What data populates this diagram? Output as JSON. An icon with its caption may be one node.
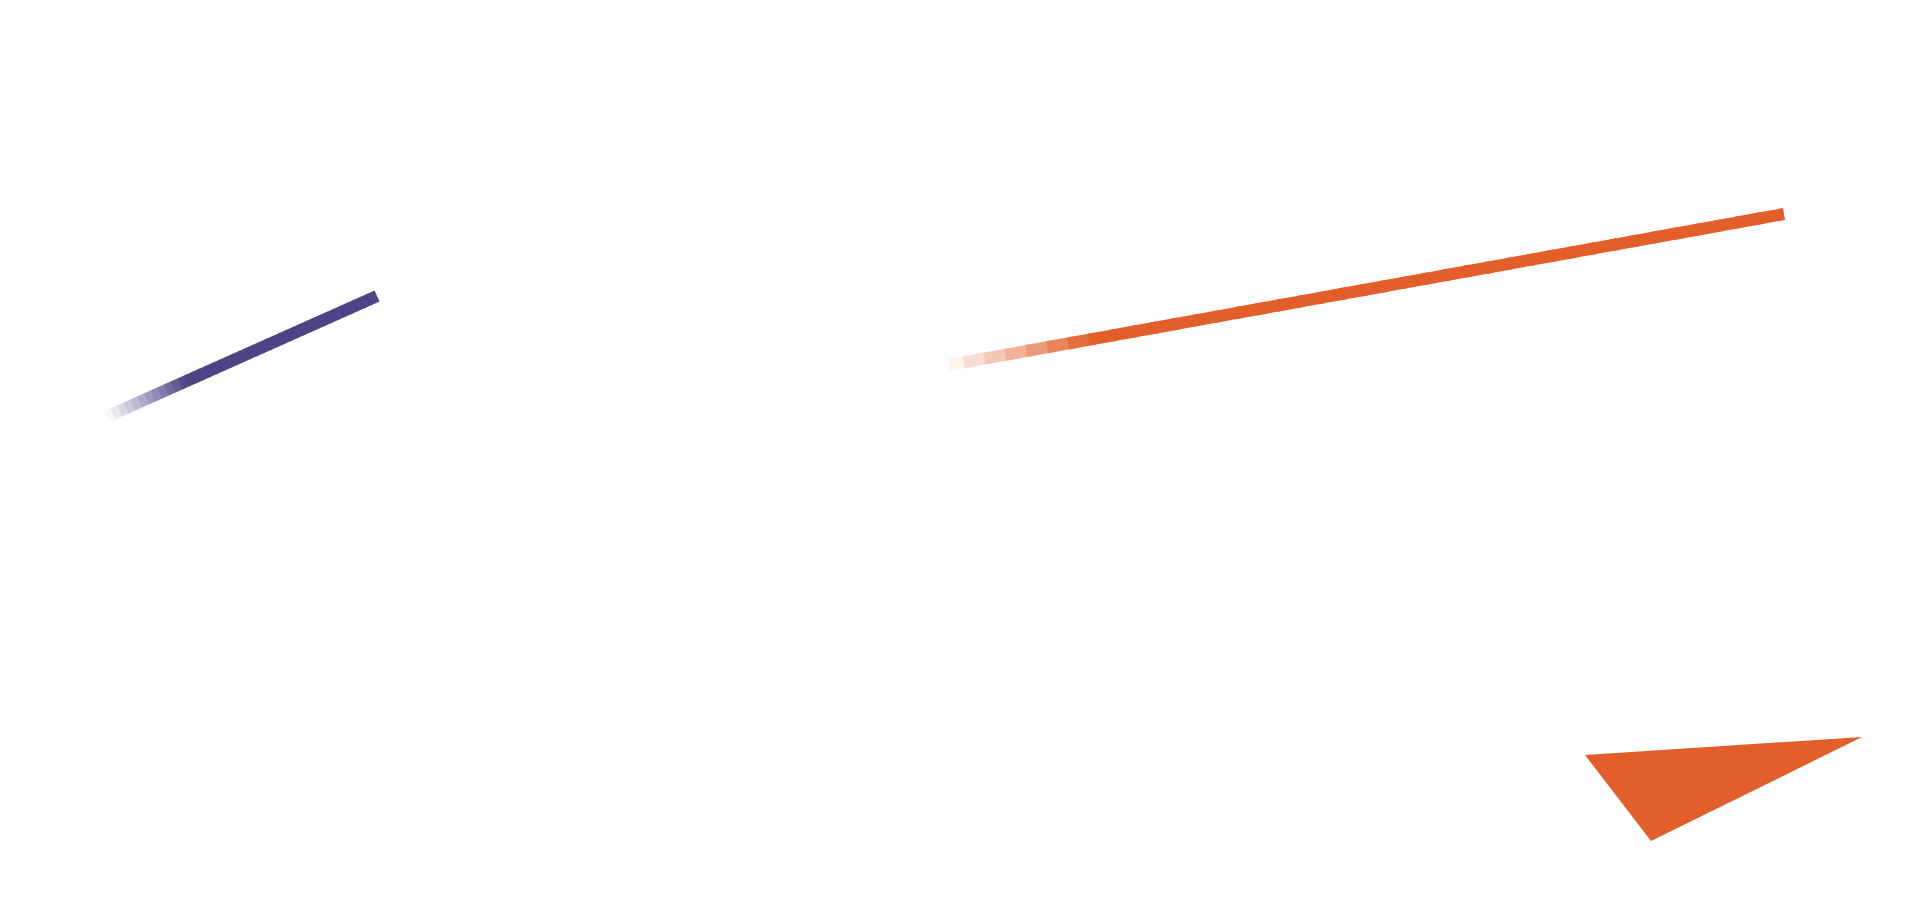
{
  "diagram": {
    "nodes": [
      {
        "text": [],
        "shape": "bar"
      },
      {
        "text": [],
        "shape": "bar"
      },
      {
        "text": [],
        "shape": "triangle"
      }
    ]
  }
}
